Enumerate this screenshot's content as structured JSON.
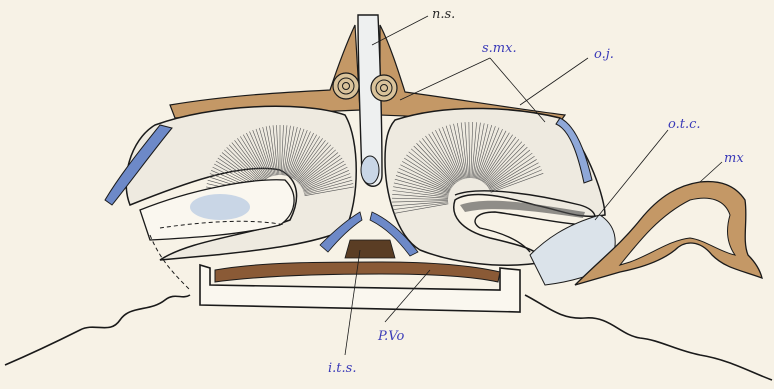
{
  "labels": {
    "ns": "n.s.",
    "smx": "s.mx.",
    "oj": "o.j.",
    "otc": "o.t.c.",
    "mx": "mx",
    "pvo": "P.Vo",
    "its": "i.t.s."
  },
  "colors": {
    "paper": "#f7f2e6",
    "ink": "#1a1a1a",
    "bone": "#b98f5a",
    "bone_dark": "#7a5432",
    "cartilage_blue": "#6d89c8",
    "pale_blue": "#c9d6e6",
    "label_ink": "#3b3bb8"
  }
}
